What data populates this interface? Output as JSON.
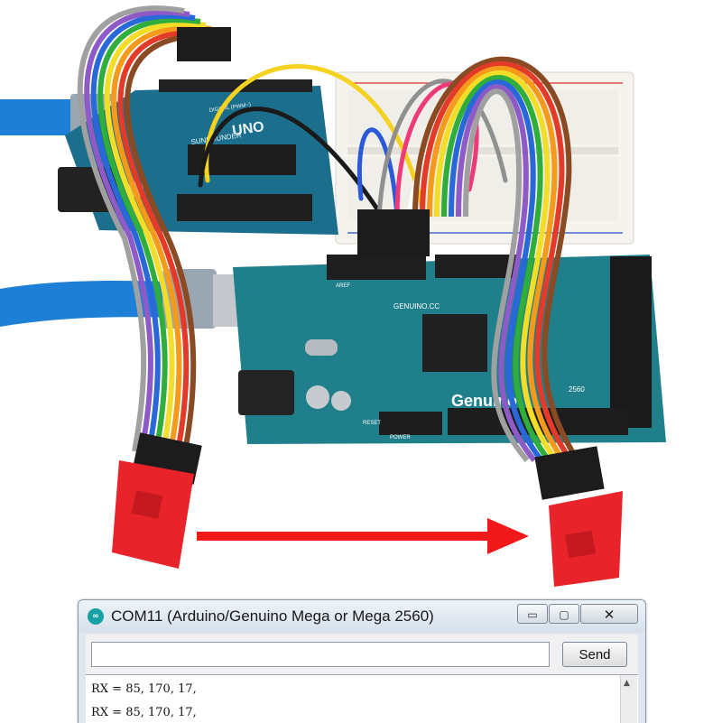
{
  "uno_board": {
    "logo": "UNO",
    "brand": "SUNFOUNDER",
    "header_label": "DIGITAL (PWM~)"
  },
  "mega_board": {
    "brand": "GENUINO.CC",
    "name": "Genuino",
    "model": "2560",
    "power_label": "POWER",
    "reset_label": "RESET",
    "aref_label": "AREF"
  },
  "serial_monitor": {
    "title": "COM11 (Arduino/Genuino Mega or Mega 2560)",
    "input_value": "",
    "send_label": "Send",
    "minimize_label": "▭",
    "maximize_label": "▢",
    "close_label": "✕",
    "output_lines": [
      "RX = 85, 170, 17,",
      "RX = 85, 170, 17,"
    ]
  },
  "colors": {
    "pcb_uno": "#1b6f8c",
    "pcb_mega": "#1f7f8a",
    "module_red": "#e8232a",
    "arrow_red": "#f01818",
    "usb_cable": "#1d7fd6"
  }
}
